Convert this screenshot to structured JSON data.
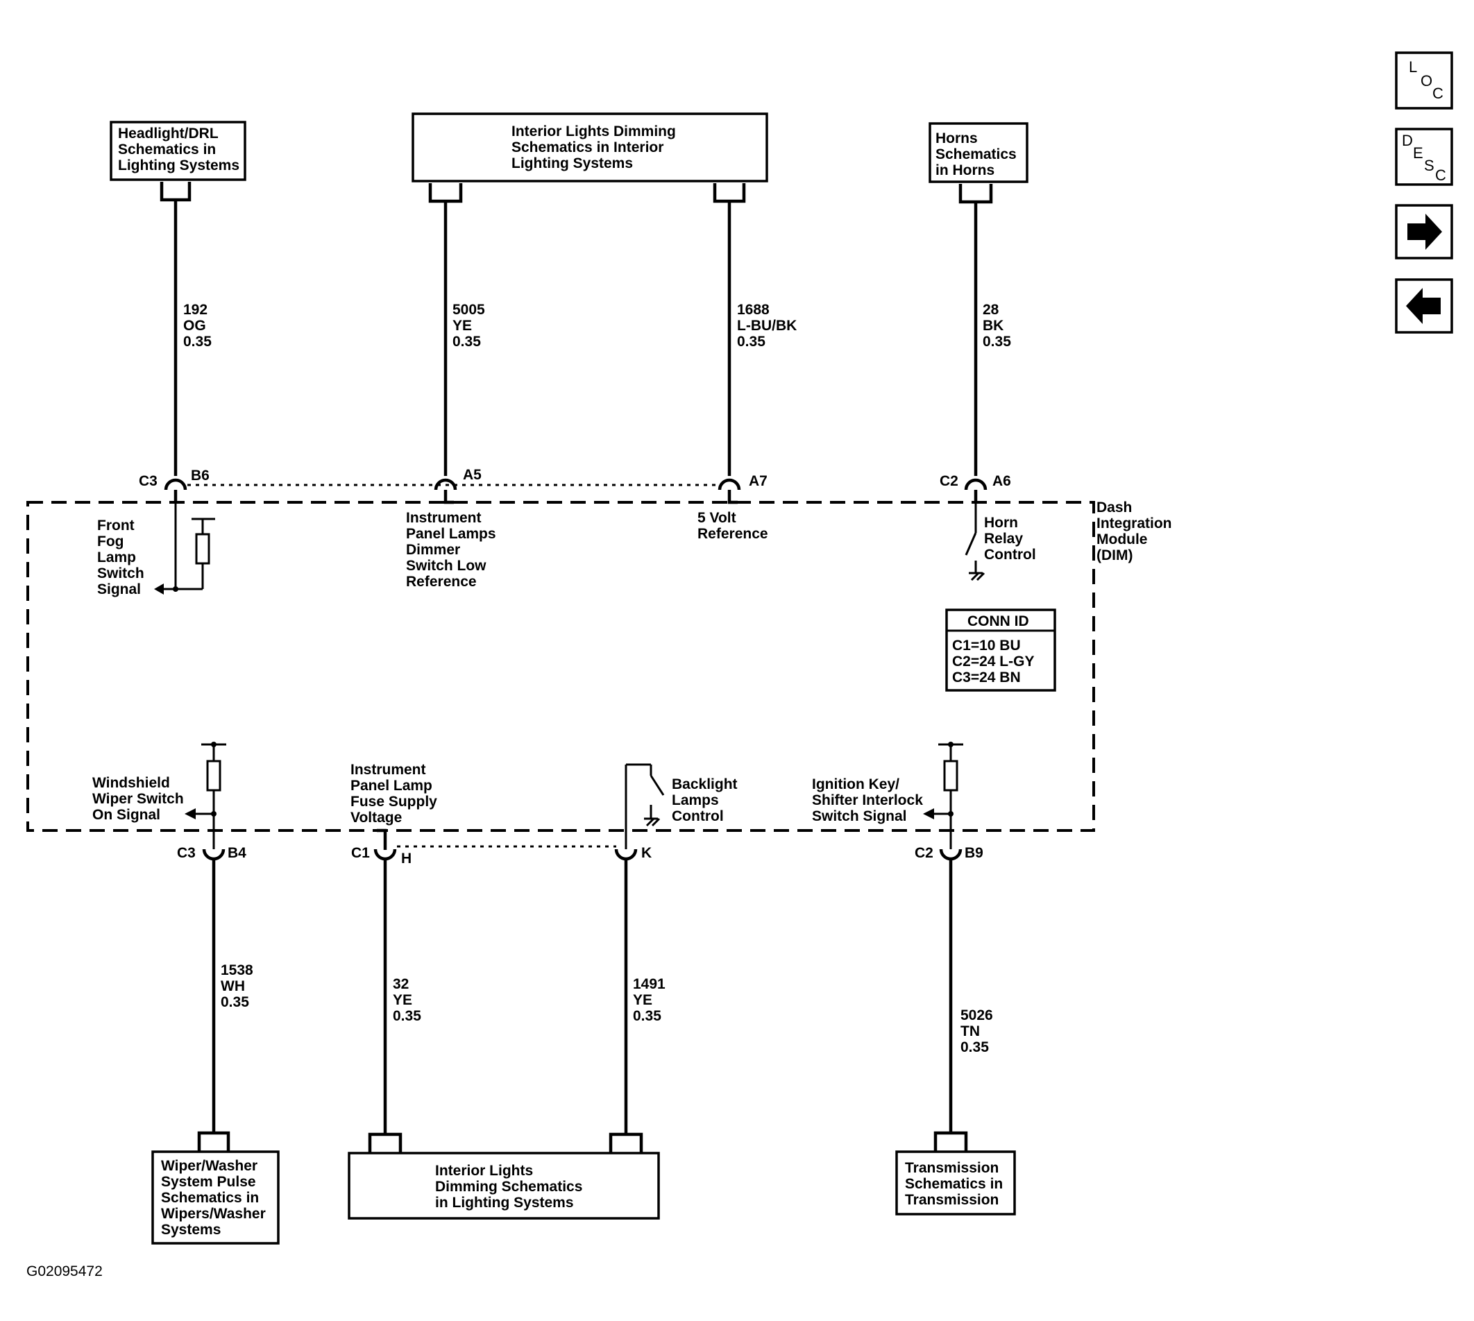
{
  "boxes": {
    "headlight": [
      "Headlight/DRL",
      "Schematics in",
      "Lighting Systems"
    ],
    "interior_top": [
      "Interior Lights Dimming",
      "Schematics in Interior",
      "Lighting Systems"
    ],
    "horns": [
      "Horns",
      "Schematics",
      "in Horns"
    ],
    "wiper": [
      "Wiper/Washer",
      "System Pulse",
      "Schematics in",
      "Wipers/Washer",
      "Systems"
    ],
    "interior_bottom": [
      "Interior Lights",
      "Dimming Schematics",
      "in Lighting Systems"
    ],
    "transmission": [
      "Transmission",
      "Schematics in",
      "Transmission"
    ]
  },
  "wires": {
    "w192": [
      "192",
      "OG",
      "0.35"
    ],
    "w5005": [
      "5005",
      "YE",
      "0.35"
    ],
    "w1688": [
      "1688",
      "L-BU/BK",
      "0.35"
    ],
    "w28": [
      "28",
      "BK",
      "0.35"
    ],
    "w1538": [
      "1538",
      "WH",
      "0.35"
    ],
    "w32": [
      "32",
      "YE",
      "0.35"
    ],
    "w1491": [
      "1491",
      "YE",
      "0.35"
    ],
    "w5026": [
      "5026",
      "TN",
      "0.35"
    ]
  },
  "pins": {
    "c3_top": "C3",
    "b6": "B6",
    "a5": "A5",
    "a7": "A7",
    "c2_top": "C2",
    "a6": "A6",
    "c3_bot": "C3",
    "b4": "B4",
    "c1": "C1",
    "h": "H",
    "k": "K",
    "c2_bot": "C2",
    "b9": "B9"
  },
  "signals": {
    "fog": [
      "Front",
      "Fog",
      "Lamp",
      "Switch",
      "Signal"
    ],
    "ip_dimmer": [
      "Instrument",
      "Panel Lamps",
      "Dimmer",
      "Switch Low",
      "Reference"
    ],
    "five_volt": [
      "5 Volt",
      "Reference"
    ],
    "horn_relay": [
      "Horn",
      "Relay",
      "Control"
    ],
    "wiper_signal": [
      "Windshield",
      "Wiper Switch",
      "On Signal"
    ],
    "ip_fuse": [
      "Instrument",
      "Panel Lamp",
      "Fuse Supply",
      "Voltage"
    ],
    "backlight": [
      "Backlight",
      "Lamps",
      "Control"
    ],
    "ignition": [
      "Ignition Key/",
      "Shifter Interlock",
      "Switch Signal"
    ]
  },
  "module": [
    "Dash",
    "Integration",
    "Module",
    "(DIM)"
  ],
  "conn_id": {
    "title": "CONN ID",
    "rows": [
      "C1=10 BU",
      "C2=24 L-GY",
      "C3=24 BN"
    ]
  },
  "figure_id": "G02095472",
  "nav": {
    "loc": [
      "L",
      "O",
      "C"
    ],
    "desc": [
      "D",
      "E",
      "S",
      "C"
    ]
  }
}
